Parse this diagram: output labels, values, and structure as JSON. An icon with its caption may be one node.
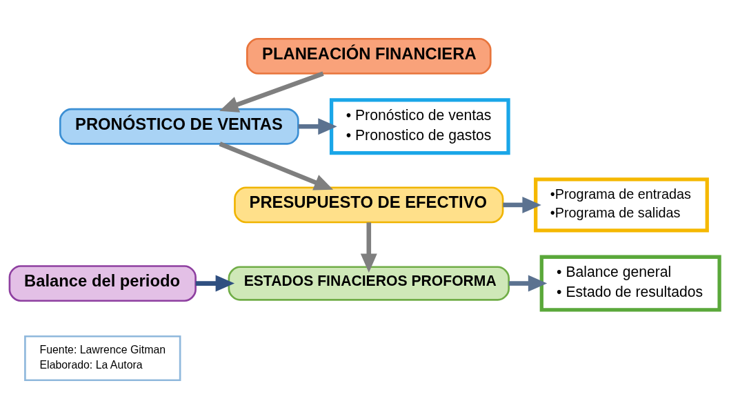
{
  "diagram": {
    "nodes": [
      {
        "text": [
          "PLANEACIÓN FINANCIERA"
        ]
      },
      {
        "text": [
          "PRONÓSTICO DE VENTAS"
        ]
      },
      {
        "text": [
          "• Pronóstico de ventas",
          "• Pronostico de gastos"
        ]
      },
      {
        "text": [
          "PRESUPUESTO DE EFECTIVO"
        ]
      },
      {
        "text": [
          "•Programa de entradas",
          "•Programa de salidas"
        ]
      },
      {
        "text": [
          "ESTADOS FINACIEROS PROFORMA"
        ]
      },
      {
        "text": [
          "• Balance general",
          "• Estado de resultados"
        ]
      },
      {
        "text": [
          "Balance del periodo"
        ]
      },
      {
        "text": [
          "Fuente: Lawrence Gitman",
          "Elaborado: La Autora"
        ]
      }
    ],
    "edges": [
      {
        "from": 0,
        "to": 1,
        "arrow": "to"
      },
      {
        "from": 1,
        "to": 2,
        "arrow": "to",
        "color": "#5b7290"
      },
      {
        "from": 1,
        "to": 3,
        "arrow": "to"
      },
      {
        "from": 3,
        "to": 4,
        "arrow": "to",
        "color": "#5b7290"
      },
      {
        "from": 3,
        "to": 5,
        "arrow": "to"
      },
      {
        "from": 5,
        "to": 6,
        "arrow": "to",
        "color": "#5b7290"
      },
      {
        "from": 7,
        "to": 5,
        "arrow": "to",
        "color": "#2f4f80"
      }
    ]
  }
}
